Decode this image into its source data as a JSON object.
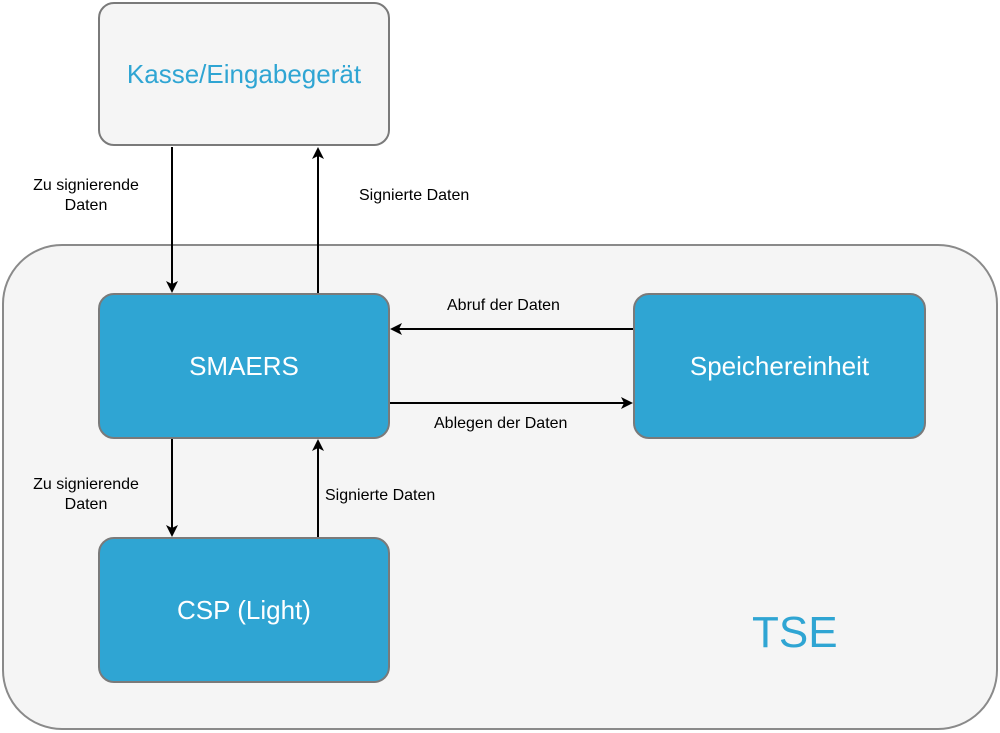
{
  "nodes": {
    "kasse": "Kasse/Eingabegerät",
    "smaers": "SMAERS",
    "speicher": "Speichereinheit",
    "csp": "CSP (Light)"
  },
  "container": {
    "label": "TSE"
  },
  "edges": {
    "kasse_to_smaers": "Zu signierende Daten",
    "smaers_to_kasse": "Signierte Daten",
    "speicher_to_smaers": "Abruf der Daten",
    "smaers_to_speicher": "Ablegen der Daten",
    "smaers_to_csp": "Zu signierende Daten",
    "csp_to_smaers": "Signierte Daten"
  },
  "colors": {
    "accent": "#2fa5d3",
    "container_fill": "#f5f5f5",
    "border": "#7a7a7a"
  }
}
